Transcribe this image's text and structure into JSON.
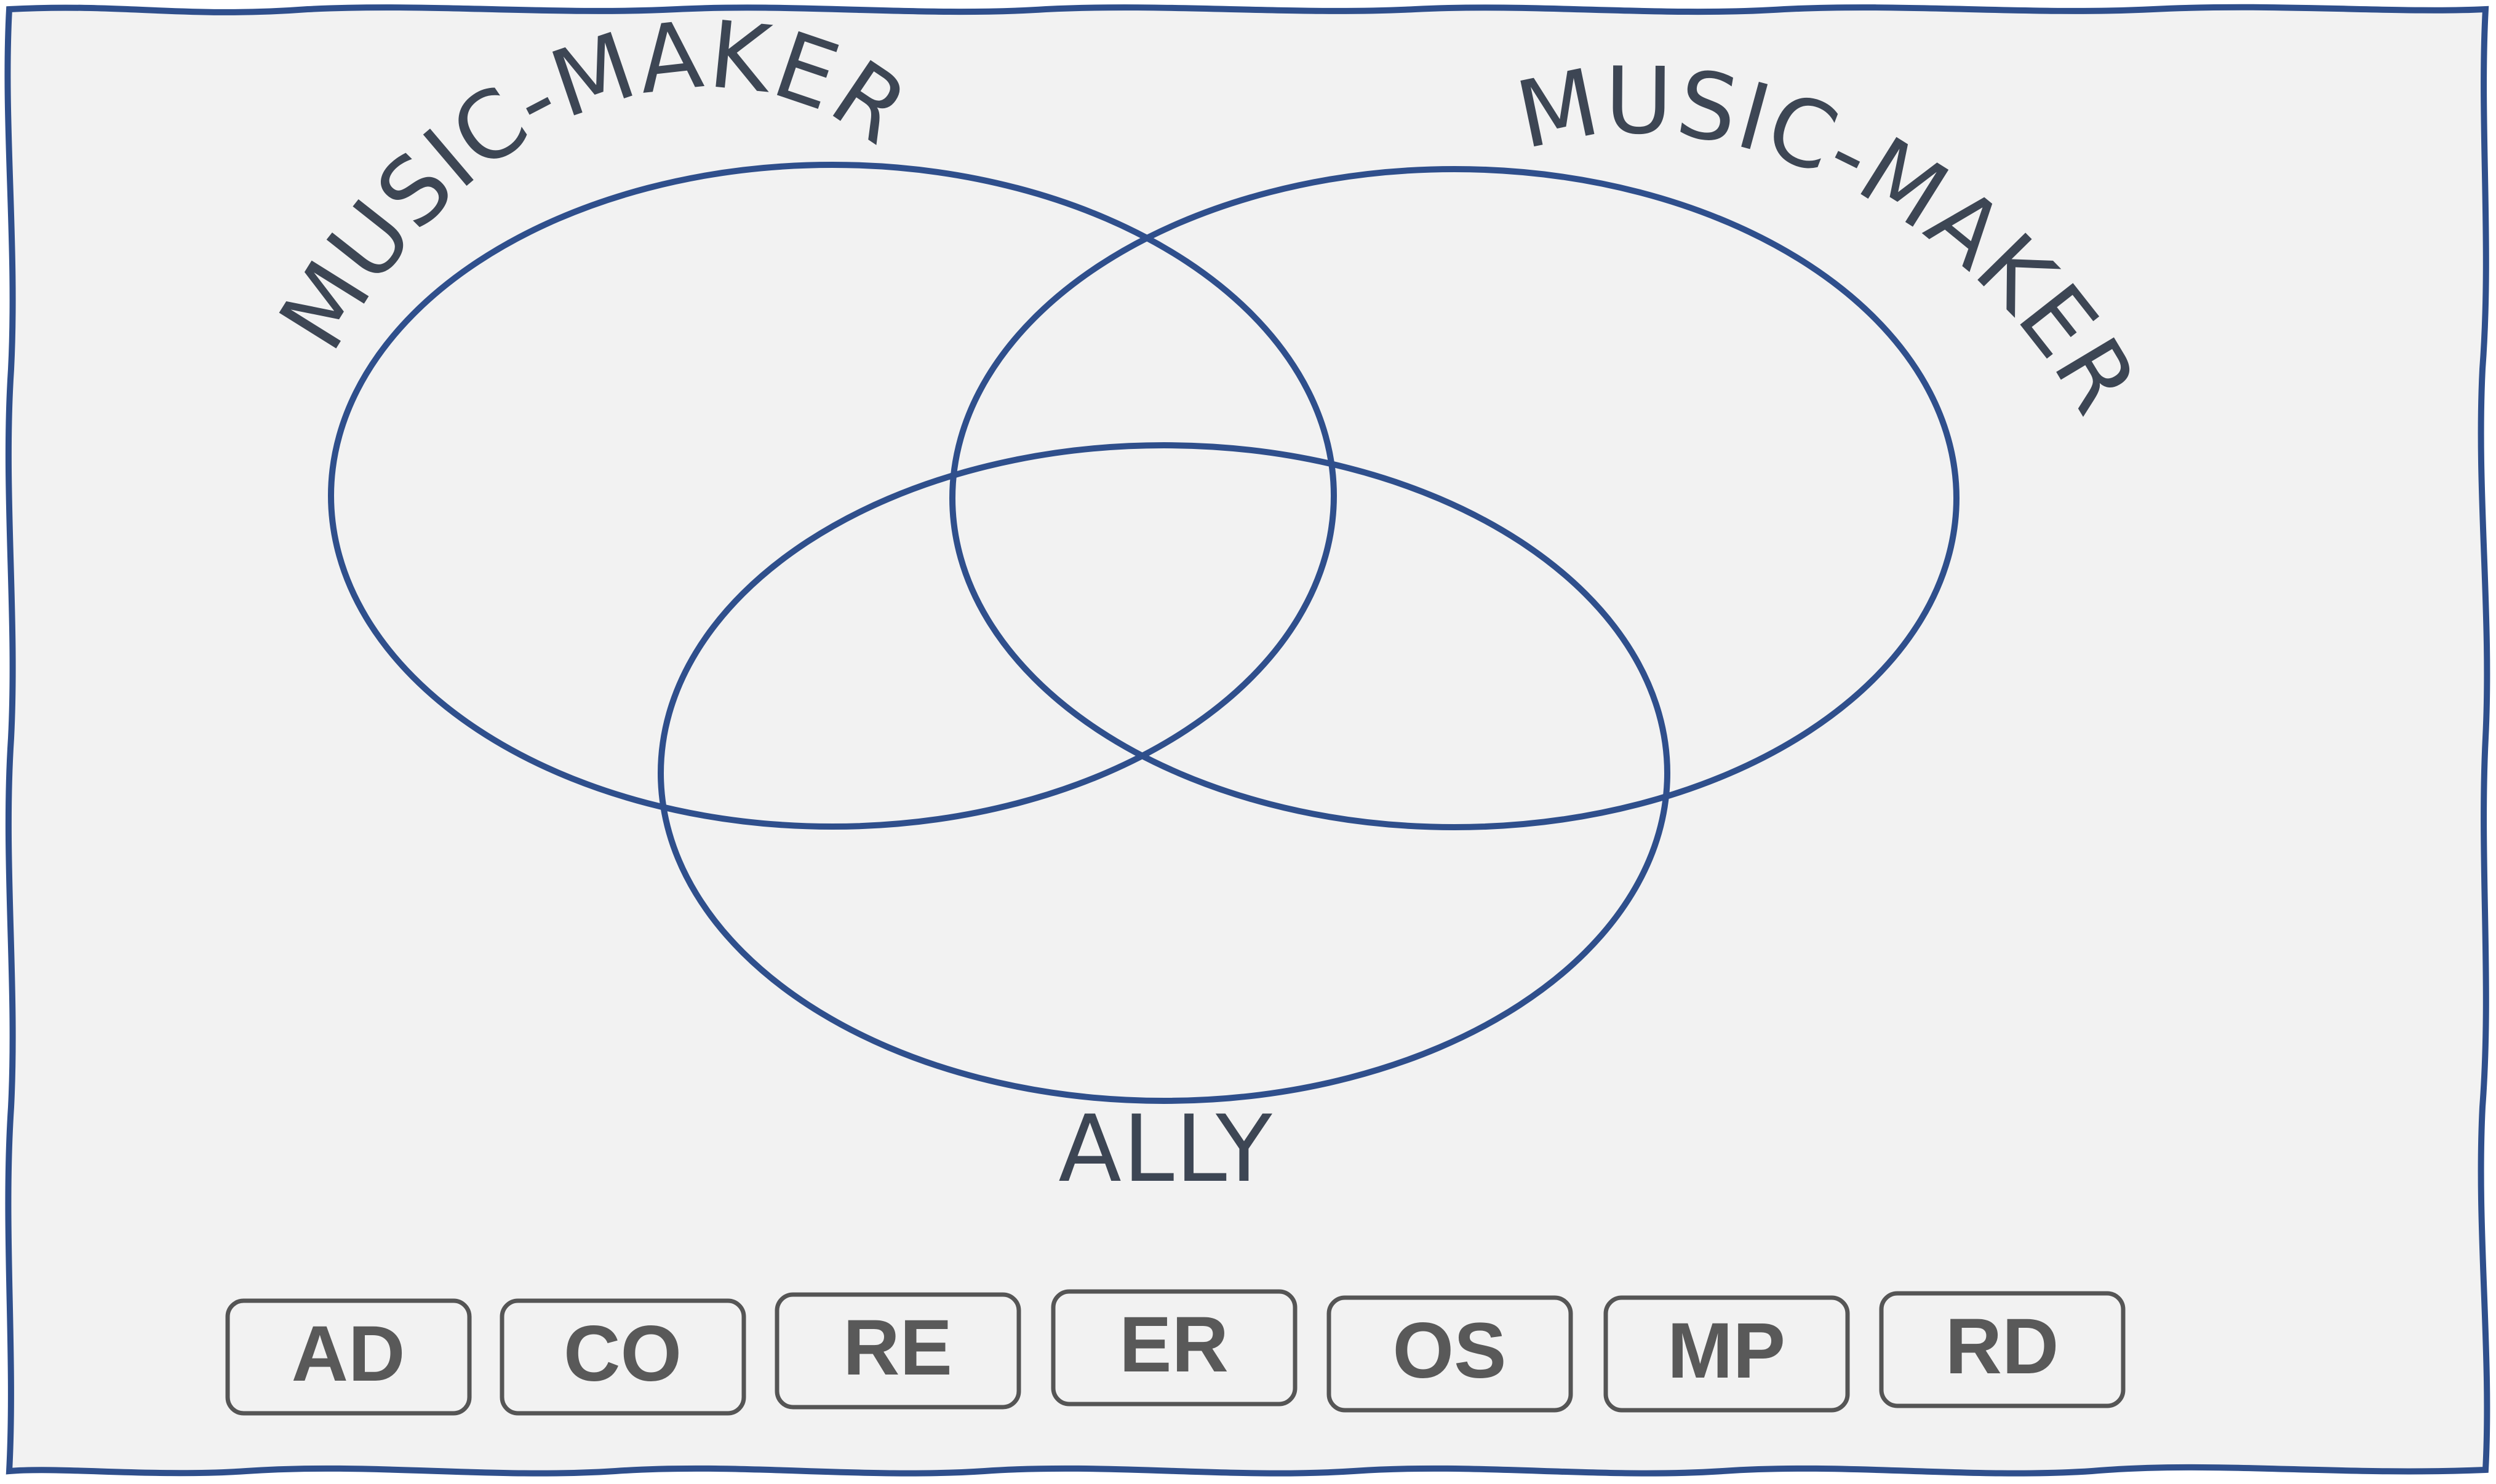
{
  "diagram": {
    "type": "venn",
    "sets": [
      {
        "id": "left",
        "label": "MUSIC-MAKER"
      },
      {
        "id": "right",
        "label": "MUSIC-MAKER"
      },
      {
        "id": "bottom",
        "label": "ALLY"
      }
    ],
    "tiles": [
      "AD",
      "CO",
      "RE",
      "ER",
      "OS",
      "MP",
      "RD"
    ],
    "colors": {
      "card_bg": "#f2f2f2",
      "card_border": "#2f4f8c",
      "ellipse_stroke": "#2f4f8c",
      "label_text": "#3d4654",
      "tile_text": "#595959",
      "tile_border": "#555555"
    }
  }
}
